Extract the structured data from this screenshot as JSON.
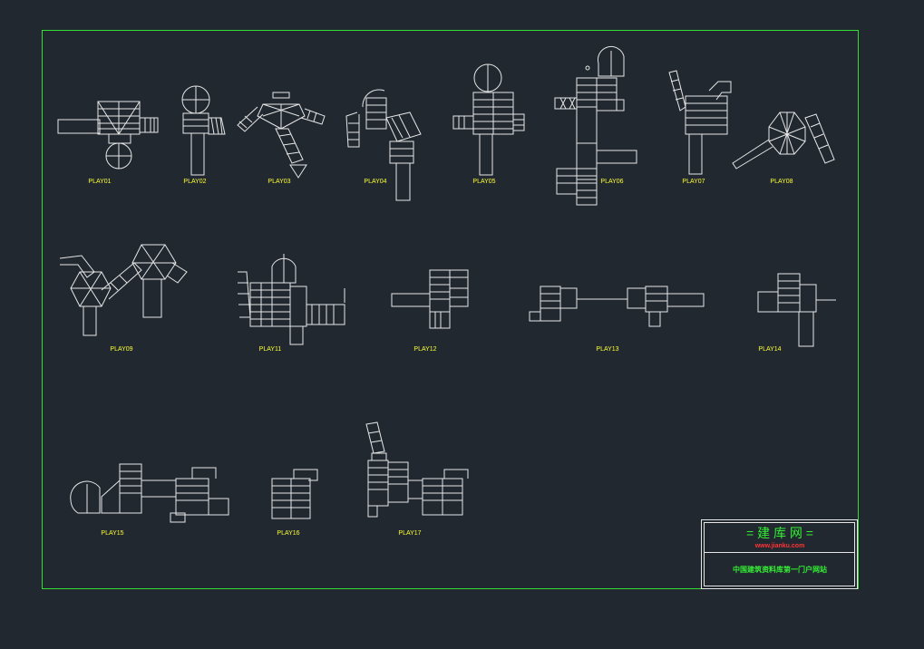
{
  "colors": {
    "background": "#212830",
    "frame": "#33dd33",
    "lines": "#e6e6e6",
    "labels": "#ffff33",
    "titleblock_green": "#33ee33",
    "titleblock_red": "#ff3333"
  },
  "drawings": [
    {
      "id": "play01",
      "label": "PLAY01"
    },
    {
      "id": "play02",
      "label": "PLAY02"
    },
    {
      "id": "play03",
      "label": "PLAY03"
    },
    {
      "id": "play04",
      "label": "PLAY04"
    },
    {
      "id": "play05",
      "label": "PLAY05"
    },
    {
      "id": "play06",
      "label": "PLAY06"
    },
    {
      "id": "play07",
      "label": "PLAY07"
    },
    {
      "id": "play08",
      "label": "PLAY08"
    },
    {
      "id": "play09",
      "label": "PLAY09"
    },
    {
      "id": "play11",
      "label": "PLAY11"
    },
    {
      "id": "play12",
      "label": "PLAY12"
    },
    {
      "id": "play13",
      "label": "PLAY13"
    },
    {
      "id": "play14",
      "label": "PLAY14"
    },
    {
      "id": "play15",
      "label": "PLAY15"
    },
    {
      "id": "play16",
      "label": "PLAY16"
    },
    {
      "id": "play17",
      "label": "PLAY17"
    }
  ],
  "titleblock": {
    "brand": "= 建 库 网 =",
    "url": "www.jianku.com",
    "slogan": "中国建筑资料库第一门户网站"
  }
}
